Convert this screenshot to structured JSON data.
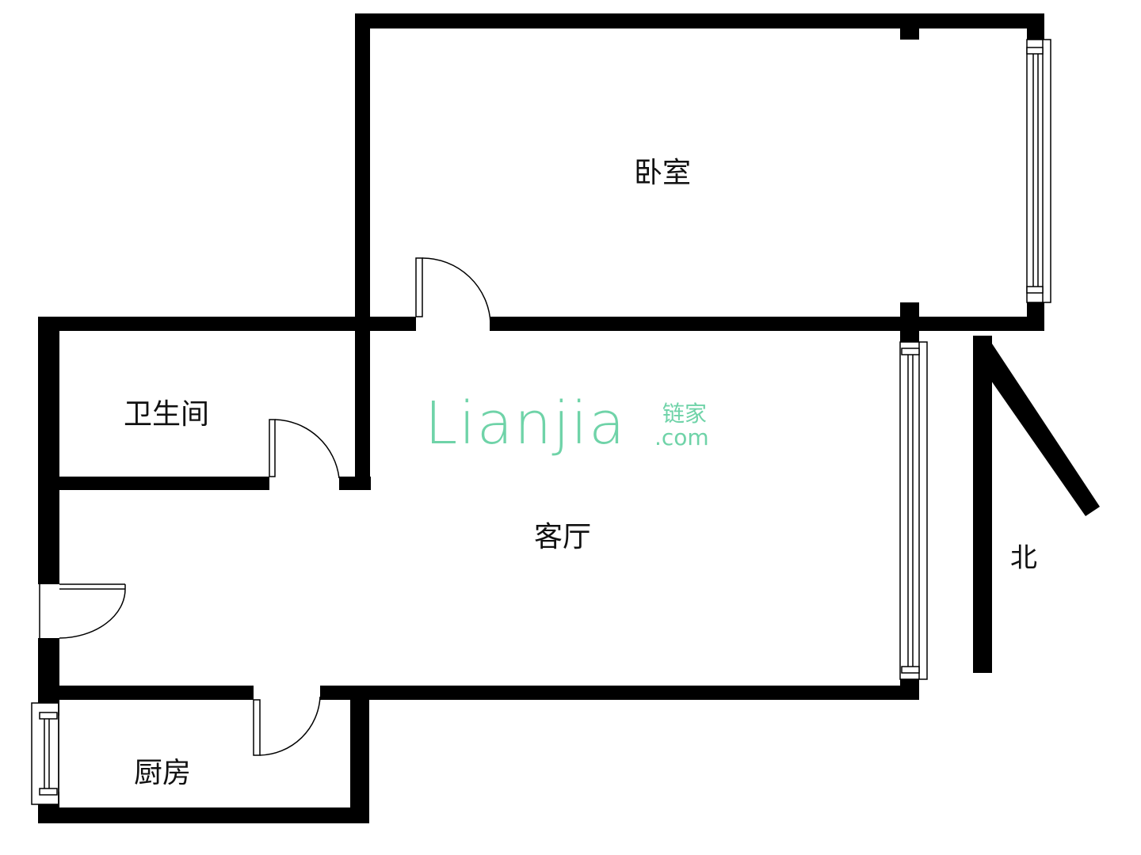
{
  "rooms": {
    "bedroom": "卧室",
    "bathroom": "卫生间",
    "living": "客厅",
    "kitchen": "厨房"
  },
  "compass": {
    "label": "北"
  },
  "watermark": {
    "main": "Lianjia",
    "cn": "链家",
    "domain": ".com",
    "color": "#6fd3a8"
  },
  "colors": {
    "wall": "#000000",
    "background": "#ffffff"
  }
}
